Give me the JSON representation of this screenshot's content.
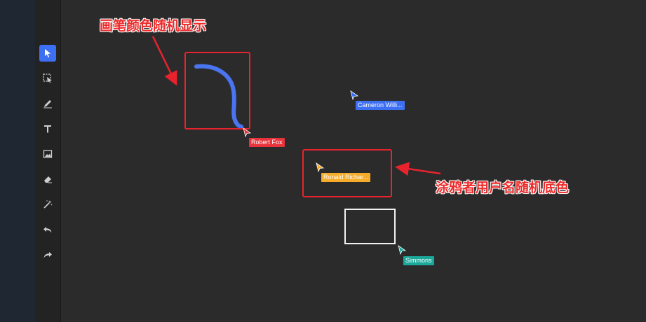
{
  "colors": {
    "app_sidebar": "#1f2733",
    "toolbar": "#232323",
    "canvas": "#2b2b2b",
    "active_tool": "#3d6ff2",
    "annotation_red": "#e8232e",
    "pen_stroke": "#4a74f0"
  },
  "toolbar": {
    "tools": [
      {
        "name": "select",
        "icon": "cursor-arrow-icon",
        "active": true
      },
      {
        "name": "area-select",
        "icon": "dashed-select-icon",
        "active": false
      },
      {
        "name": "pen",
        "icon": "pen-icon",
        "active": false
      },
      {
        "name": "text",
        "icon": "text-icon",
        "active": false
      },
      {
        "name": "image",
        "icon": "image-icon",
        "active": false
      },
      {
        "name": "eraser",
        "icon": "eraser-icon",
        "active": false
      },
      {
        "name": "laser",
        "icon": "magic-wand-icon",
        "active": false
      },
      {
        "name": "undo",
        "icon": "undo-icon",
        "active": false
      },
      {
        "name": "redo",
        "icon": "redo-icon",
        "active": false
      }
    ]
  },
  "annotations": {
    "pen_color_note": "画笔颜色随机显示",
    "user_color_note": "涂鸦者用户名随机底色"
  },
  "cursors": [
    {
      "name": "Robert Fox",
      "color": "#e8323c"
    },
    {
      "name": "Cameron Willi...",
      "color": "#3d6ff2"
    },
    {
      "name": "Ronald Richar...",
      "color": "#f5ac2a"
    },
    {
      "name": "Simmons",
      "color": "#1aa89a"
    }
  ]
}
